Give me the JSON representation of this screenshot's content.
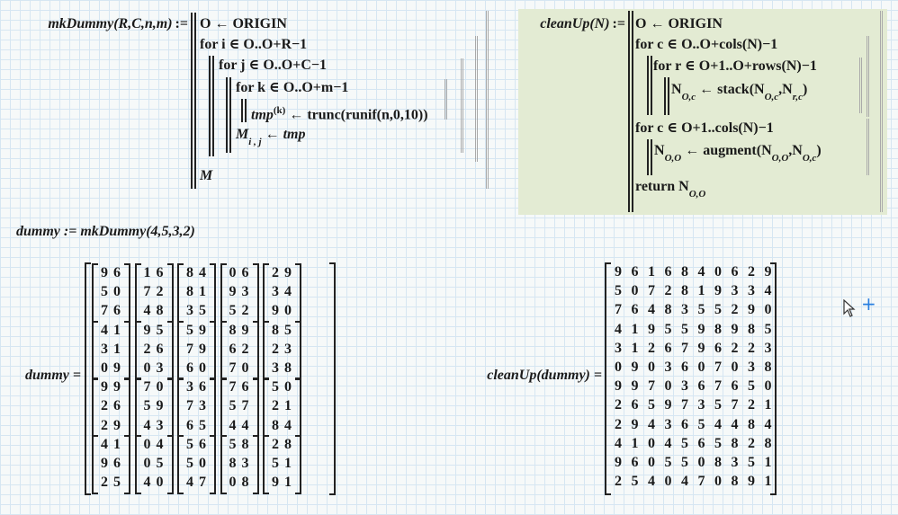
{
  "mkDummy": {
    "signature": "mkDummy(R,C,n,m)",
    "define_op": ":=",
    "lines": {
      "l1": "O ← ORIGIN",
      "l2": "for i ∈ O..O+R−1",
      "l3": "for j ∈ O..O+C−1",
      "l4": "for k ∈ O..O+m−1",
      "l5_var": "tmp",
      "l5_sup": "(k)",
      "l5_rest": " ← trunc(runif(n,0,10))",
      "l6_var": "M",
      "l6_sub": "i , j",
      "l6_rest": " ← tmp",
      "l7": "M"
    }
  },
  "cleanUp": {
    "signature": "cleanUp(N)",
    "define_op": ":=",
    "lines": {
      "l1": "O ← ORIGIN",
      "l2": "for c ∈ O..O+cols(N)−1",
      "l3": "for r ∈ O+1..O+rows(N)−1",
      "l4_a": "N",
      "l4_a_sub": "O,c",
      "l4_b": " ← stack(N",
      "l4_b_sub": "O,c",
      "l4_c": ",N",
      "l4_c_sub": "r,c",
      "l4_d": ")",
      "l5": "for c ∈ O+1..cols(N)−1",
      "l6_a": "N",
      "l6_a_sub": "O,O",
      "l6_b": " ← augment(N",
      "l6_b_sub": "O,O",
      "l6_c": ",N",
      "l6_c_sub": "O,c",
      "l6_d": ")",
      "l7_a": "return N",
      "l7_sub": "O,O"
    }
  },
  "assignment": "dummy := mkDummy(4,5,3,2)",
  "dummy_label": "dummy =",
  "cleanup_label": "cleanUp(dummy) =",
  "dummy_blocks": [
    [
      [
        [
          9,
          6
        ],
        [
          5,
          0
        ],
        [
          7,
          6
        ]
      ],
      [
        [
          1,
          6
        ],
        [
          7,
          2
        ],
        [
          4,
          8
        ]
      ],
      [
        [
          8,
          4
        ],
        [
          8,
          1
        ],
        [
          3,
          5
        ]
      ],
      [
        [
          0,
          6
        ],
        [
          9,
          3
        ],
        [
          5,
          2
        ]
      ],
      [
        [
          2,
          9
        ],
        [
          3,
          4
        ],
        [
          9,
          0
        ]
      ]
    ],
    [
      [
        [
          4,
          1
        ],
        [
          3,
          1
        ],
        [
          0,
          9
        ]
      ],
      [
        [
          9,
          5
        ],
        [
          2,
          6
        ],
        [
          0,
          3
        ]
      ],
      [
        [
          5,
          9
        ],
        [
          7,
          9
        ],
        [
          6,
          0
        ]
      ],
      [
        [
          8,
          9
        ],
        [
          6,
          2
        ],
        [
          7,
          0
        ]
      ],
      [
        [
          8,
          5
        ],
        [
          2,
          3
        ],
        [
          3,
          8
        ]
      ]
    ],
    [
      [
        [
          9,
          9
        ],
        [
          2,
          6
        ],
        [
          2,
          9
        ]
      ],
      [
        [
          7,
          0
        ],
        [
          5,
          9
        ],
        [
          4,
          3
        ]
      ],
      [
        [
          3,
          6
        ],
        [
          7,
          3
        ],
        [
          6,
          5
        ]
      ],
      [
        [
          7,
          6
        ],
        [
          5,
          7
        ],
        [
          4,
          4
        ]
      ],
      [
        [
          5,
          0
        ],
        [
          2,
          1
        ],
        [
          8,
          4
        ]
      ]
    ],
    [
      [
        [
          4,
          1
        ],
        [
          9,
          6
        ],
        [
          2,
          5
        ]
      ],
      [
        [
          0,
          4
        ],
        [
          0,
          5
        ],
        [
          4,
          0
        ]
      ],
      [
        [
          5,
          6
        ],
        [
          5,
          0
        ],
        [
          4,
          7
        ]
      ],
      [
        [
          5,
          8
        ],
        [
          8,
          3
        ],
        [
          0,
          8
        ]
      ],
      [
        [
          2,
          8
        ],
        [
          5,
          1
        ],
        [
          9,
          1
        ]
      ]
    ]
  ],
  "cleanup_matrix": [
    [
      9,
      6,
      1,
      6,
      8,
      4,
      0,
      6,
      2,
      9
    ],
    [
      5,
      0,
      7,
      2,
      8,
      1,
      9,
      3,
      3,
      4
    ],
    [
      7,
      6,
      4,
      8,
      3,
      5,
      5,
      2,
      9,
      0
    ],
    [
      4,
      1,
      9,
      5,
      5,
      9,
      8,
      9,
      8,
      5
    ],
    [
      3,
      1,
      2,
      6,
      7,
      9,
      6,
      2,
      2,
      3
    ],
    [
      0,
      9,
      0,
      3,
      6,
      0,
      7,
      0,
      3,
      8
    ],
    [
      9,
      9,
      7,
      0,
      3,
      6,
      7,
      6,
      5,
      0
    ],
    [
      2,
      6,
      5,
      9,
      7,
      3,
      5,
      7,
      2,
      1
    ],
    [
      2,
      9,
      4,
      3,
      6,
      5,
      4,
      4,
      8,
      4
    ],
    [
      4,
      1,
      0,
      4,
      5,
      6,
      5,
      8,
      2,
      8
    ],
    [
      9,
      6,
      0,
      5,
      5,
      0,
      8,
      3,
      5,
      1
    ],
    [
      2,
      5,
      4,
      0,
      4,
      7,
      0,
      8,
      9,
      1
    ]
  ],
  "colors": {
    "highlight": "#e3ebd3",
    "cursor_plus": "#2a7fe0"
  }
}
